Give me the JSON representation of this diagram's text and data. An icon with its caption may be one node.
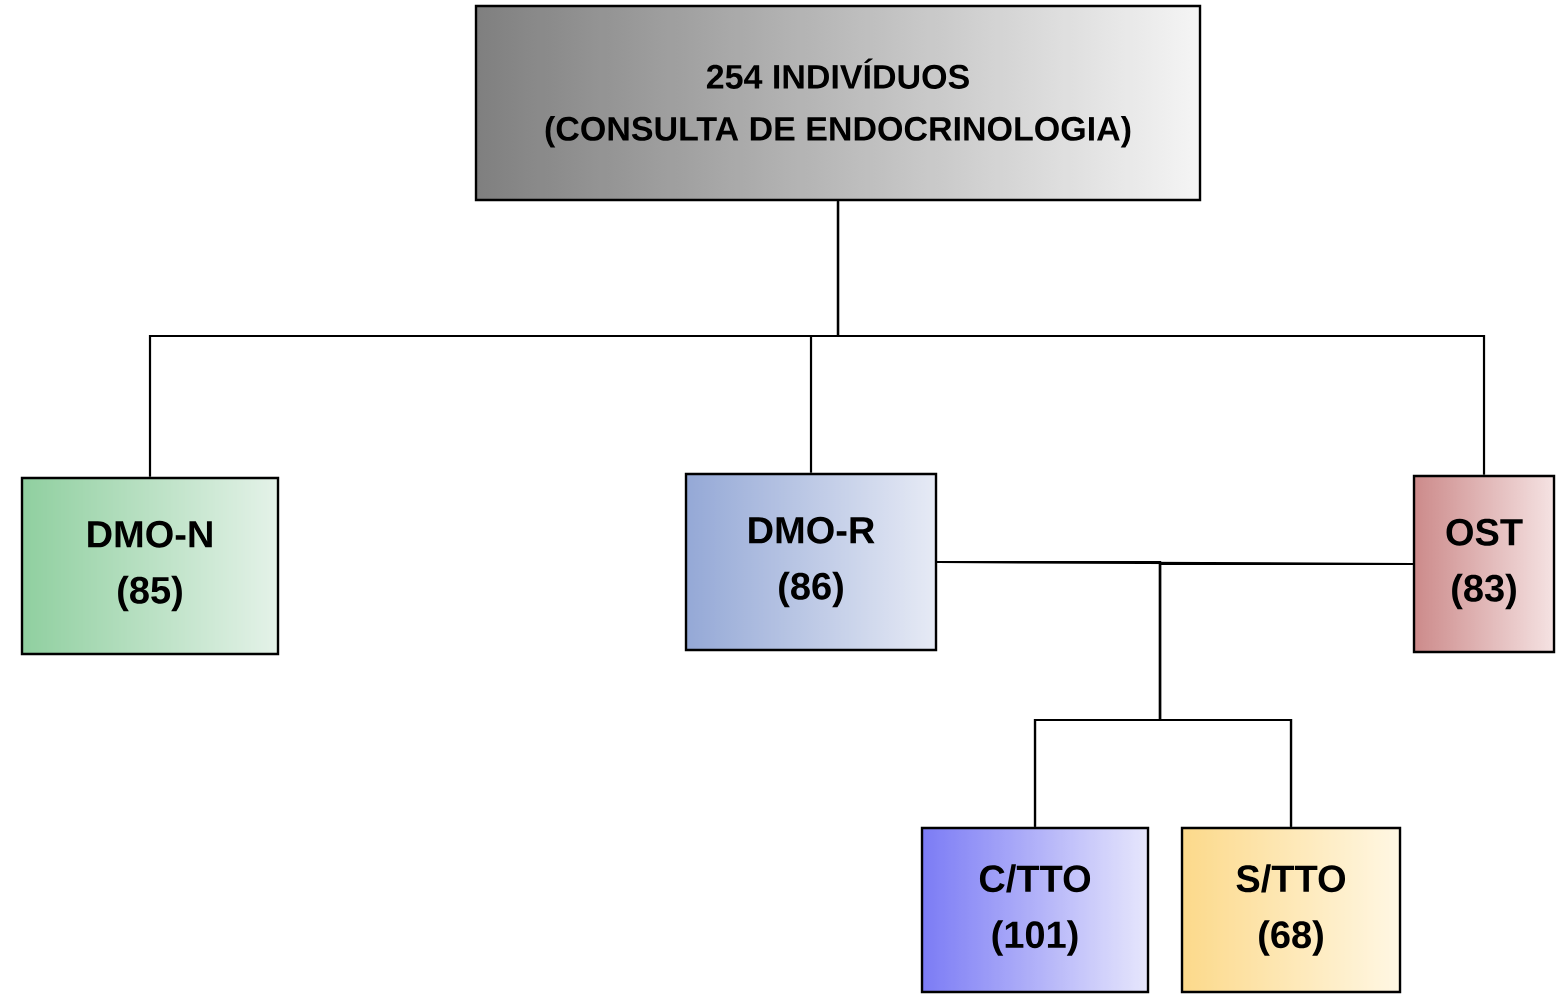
{
  "diagram": {
    "nodes": [
      {
        "text": [
          "254 INDIVÍDUOS",
          "(CONSULTA DE ENDOCRINOLOGIA)"
        ]
      },
      {
        "text": [
          "DMO-N",
          "(85)"
        ]
      },
      {
        "text": [
          "DMO-R",
          "(86)"
        ]
      },
      {
        "text": [
          "OST",
          "(83)"
        ]
      },
      {
        "text": [
          "C/TTO",
          "(101)"
        ]
      },
      {
        "text": [
          "S/TTO",
          "(68)"
        ]
      }
    ],
    "edges": [
      {
        "from": 0,
        "to": 1,
        "arrow": "none"
      },
      {
        "from": 0,
        "to": 2,
        "arrow": "none"
      },
      {
        "from": 0,
        "to": 3,
        "arrow": "none"
      },
      {
        "from": 2,
        "to": 3,
        "arrow": "none"
      },
      {
        "from": 2,
        "to": 4,
        "arrow": "none"
      },
      {
        "from": 2,
        "to": 5,
        "arrow": "none"
      },
      {
        "from": 3,
        "to": 4,
        "arrow": "none"
      },
      {
        "from": 3,
        "to": 5,
        "arrow": "none"
      }
    ]
  }
}
